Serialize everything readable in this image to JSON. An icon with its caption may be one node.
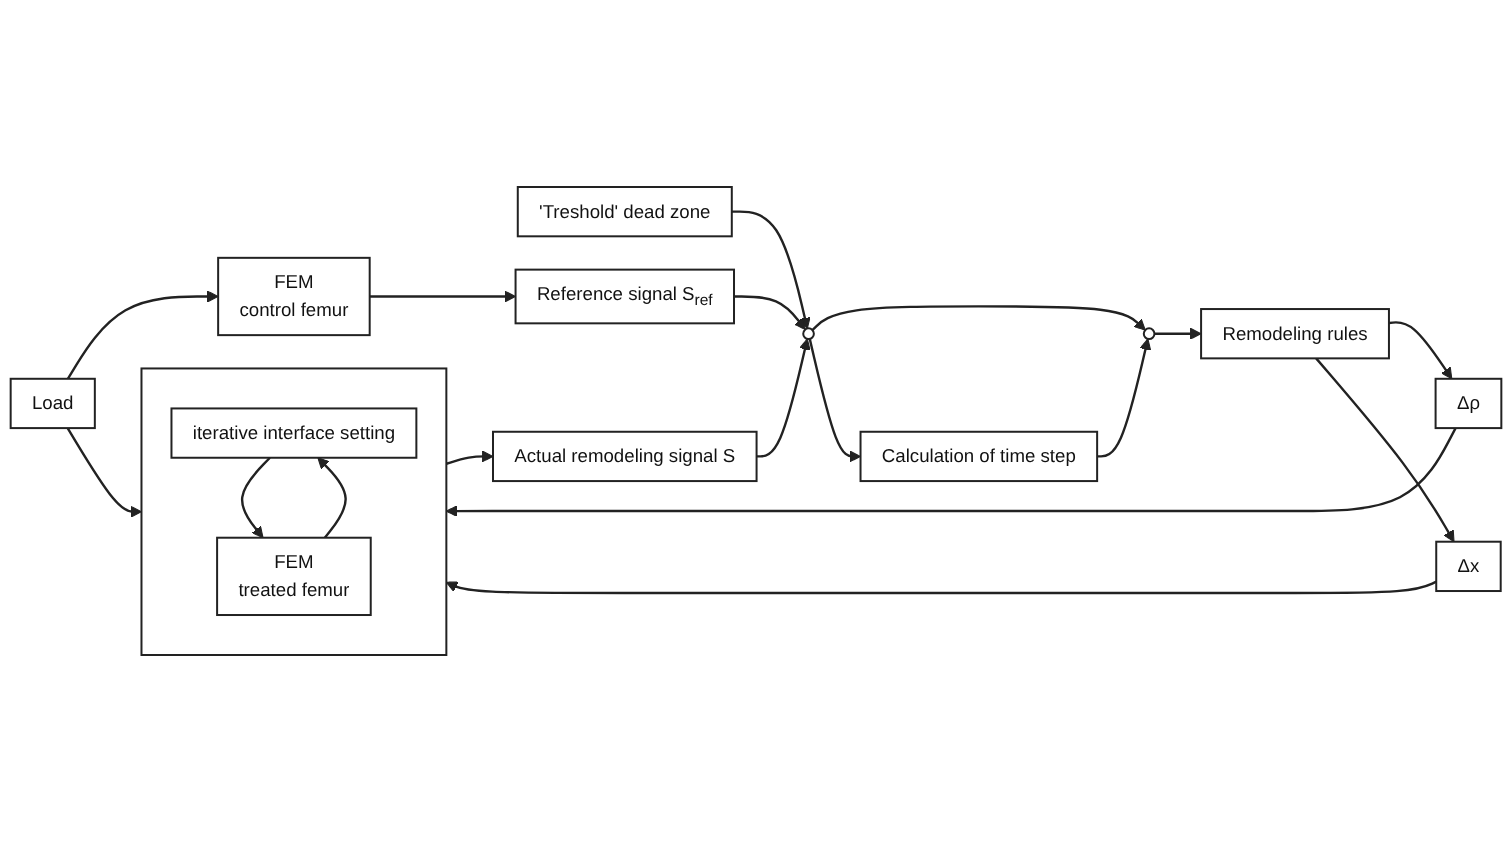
{
  "diagram": {
    "nodes": [
      {
        "text": [],
        "shape": "box"
      },
      {
        "text": [
          "iterative interface setting"
        ],
        "in": 0
      },
      {
        "text": [
          "FEM",
          "treated femur"
        ],
        "in": 0
      },
      {
        "text": [
          "Δρ"
        ]
      },
      {
        "text": [
          "Δx"
        ]
      },
      {
        "text": [
          "Remodeling rules"
        ]
      },
      {
        "text": [],
        "shape": "circle"
      },
      {
        "text": [
          "'Treshold' dead zone"
        ]
      },
      {
        "text": [
          "Calculation of time step"
        ]
      },
      {
        "text": [
          "Load"
        ]
      },
      {
        "text": [
          "Actual remodeling signal S"
        ]
      },
      {
        "text": [],
        "shape": "circle"
      },
      {
        "text": [
          "FEM",
          "control femur"
        ]
      },
      {
        "text": [
          "Reference signal S$_{ref}$"
        ]
      }
    ],
    "edges": [
      {
        "from": 1,
        "to": 2,
        "arrow": "to"
      },
      {
        "from": 2,
        "to": 1,
        "arrow": "to"
      },
      {
        "from": 9,
        "to": 0,
        "arrow": "to"
      },
      {
        "from": 9,
        "to": 12,
        "arrow": "to"
      },
      {
        "from": 3,
        "to": 0,
        "arrow": "to"
      },
      {
        "from": 4,
        "to": 0,
        "arrow": "to"
      },
      {
        "from": 5,
        "to": 3,
        "arrow": "to"
      },
      {
        "from": 5,
        "to": 4,
        "arrow": "to"
      },
      {
        "from": 11,
        "to": 5,
        "arrow": "to"
      },
      {
        "from": 0,
        "to": 10,
        "arrow": "to"
      },
      {
        "from": 10,
        "to": 6,
        "arrow": "to"
      },
      {
        "from": 7,
        "to": 6,
        "arrow": "to"
      },
      {
        "from": 12,
        "to": 13,
        "arrow": "to"
      },
      {
        "from": 13,
        "to": 6,
        "arrow": "to"
      },
      {
        "from": 6,
        "to": 11,
        "arrow": "to"
      },
      {
        "from": 6,
        "to": 8,
        "arrow": "to"
      },
      {
        "from": 8,
        "to": 11,
        "arrow": "to"
      }
    ]
  }
}
